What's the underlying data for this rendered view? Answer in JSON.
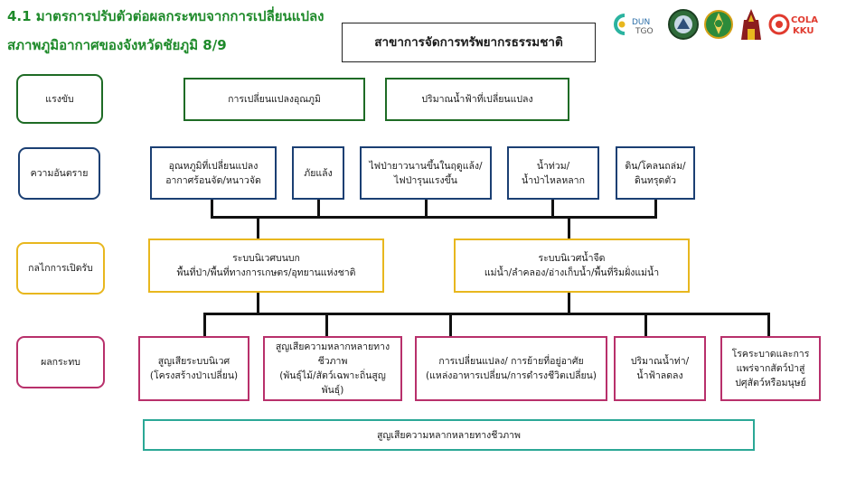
{
  "title_line1": "4.1 มาตรการปรับตัวต่อผลกระทบจากการเปลี่ยนแปลง",
  "title_line2": "สภาพภูมิอากาศของจังหวัดชัยภูมิ 8/9",
  "branch": "สาขาการจัดการทรัพยากรธรรมชาติ",
  "logos": [
    "cdun-tgo-logo",
    "circle-emblem-logo",
    "green-seal-logo",
    "temple-emblem-logo",
    "cola-kku-logo"
  ],
  "logo_text": {
    "cd": "C",
    "dun": "DUN",
    "tgo": "TGO",
    "cola": "COLA",
    "kku": "KKU"
  },
  "row_labels": {
    "drivers": "แรงขับ",
    "hazards": "ความอันตราย",
    "exposure": "กลไกการเปิดรับ",
    "impacts": "ผลกระทบ"
  },
  "drivers": [
    {
      "text": "การเปลี่ยนแปลงอุณภูมิ"
    },
    {
      "text": "ปริมาณน้ำฟ้าที่เปลี่ยนแปลง"
    }
  ],
  "hazards": [
    {
      "l1": "อุณหภูมิที่เปลี่ยนแปลง",
      "l2": "อากาศร้อนจัด/หนาวจัด"
    },
    {
      "l1": "ภัยแล้ง",
      "l2": ""
    },
    {
      "l1": "ไฟป่ายาวนานขึ้นในฤดูแล้ง/",
      "l2": "ไฟป่ารุนแรงขึ้น"
    },
    {
      "l1": "น้ำท่วม/",
      "l2": "น้ำป่าไหลหลาก"
    },
    {
      "l1": "ดิน/โคลนถล่ม/",
      "l2": "ดินทรุดตัว"
    }
  ],
  "exposure": [
    {
      "l1": "ระบบนิเวศบนบก",
      "l2": "พื้นที่ป่า/พื้นที่ทางการเกษตร/อุทยานแห่งชาติ"
    },
    {
      "l1": "ระบบนิเวศน้ำจืด",
      "l2": "แม่น้ำ/ลำคลอง/อ่างเก็บน้ำ/พื้นที่ริมฝั่งแม่น้ำ"
    }
  ],
  "impacts": [
    {
      "l1": "สูญเสียระบบนิเวศ",
      "l2": "(โครงสร้างป่าเปลี่ยน)",
      "l3": ""
    },
    {
      "l1": "สูญเสียความหลากหลายทาง",
      "l2": "ชีวภาพ",
      "l3": "(พันธุ์ไม้/สัตว์เฉพาะถิ่นสูญพันธุ์)"
    },
    {
      "l1": "การเปลี่ยนแปลง/ การย้ายที่อยู่อาศัย",
      "l2": "(แหล่งอาหารเปลี่ยน/การดำรงชีวิตเปลี่ยน)",
      "l3": ""
    },
    {
      "l1": "ปริมาณน้ำท่า/",
      "l2": "น้ำฟ้าลดลง",
      "l3": ""
    },
    {
      "l1": "โรคระบาดและการ",
      "l2": "แพร่จากสัตว์ป่าสู่",
      "l3": "ปศุสัตว์หรือมนุษย์"
    }
  ],
  "bottom": "สูญเสียความหลากหลายทางชีวภาพ",
  "colors": {
    "title": "#1e8a2a",
    "drivers": "#1e6b25",
    "hazards": "#1b3f73",
    "exposure": "#e8b71e",
    "impacts": "#b8306b",
    "bottom": "#2ba896"
  }
}
